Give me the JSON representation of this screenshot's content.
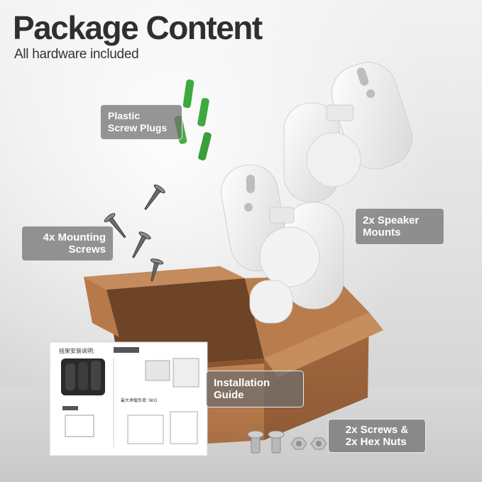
{
  "header": {
    "title": "Package Content",
    "subtitle": "All hardware included"
  },
  "callouts": {
    "plugs": "Plastic\nScrew Plugs",
    "screws": "4x Mounting\nScrews",
    "mounts": "2x Speaker\nMounts",
    "guide": "Installation\nGuide",
    "nuts": "2x Screws &\n2x Hex Nuts"
  },
  "guide_sheet": {
    "heading": "挂架安装说明:",
    "load_text": "最大承载负荷:  5KG"
  },
  "colors": {
    "title": "#2f2f2f",
    "box": "#b57a4e",
    "plugs": "#3fa83f",
    "mounts": "#f4f4f4",
    "callout_bg": "#6e6e6e"
  },
  "icons": {
    "mount": "speaker-mount-icon",
    "plug": "wall-plug-icon",
    "screw": "screw-icon",
    "nut": "hex-nut-icon"
  }
}
